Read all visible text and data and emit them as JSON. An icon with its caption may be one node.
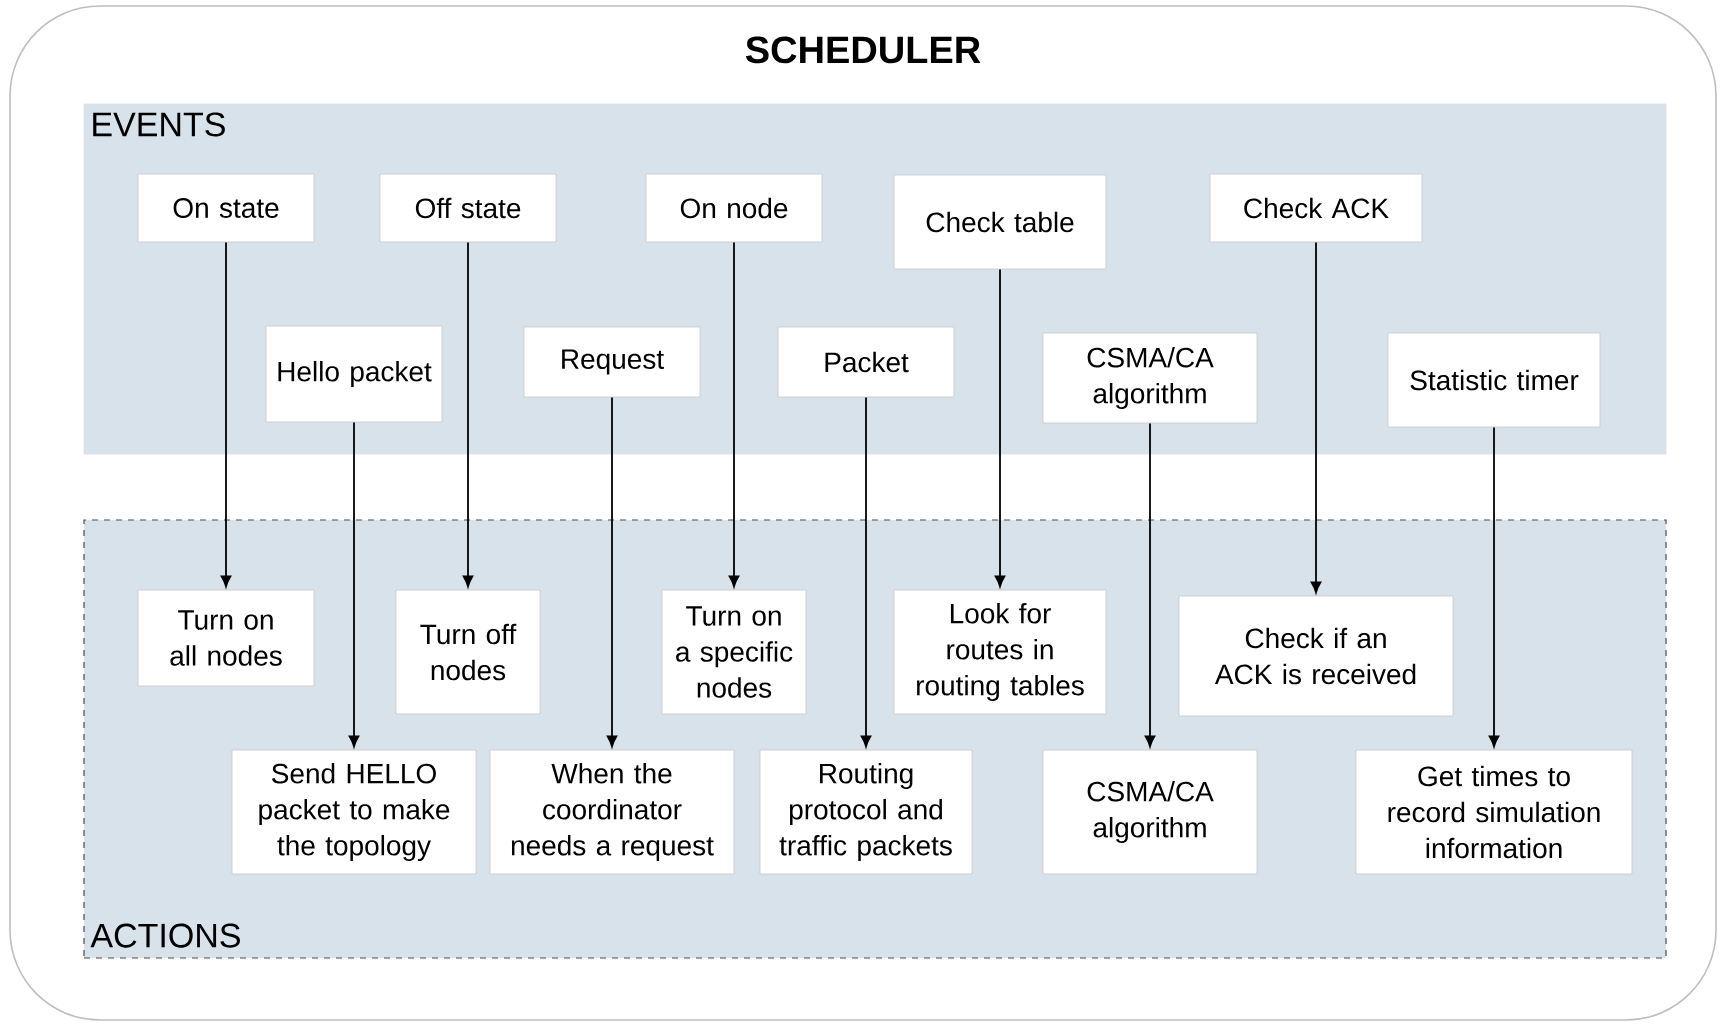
{
  "diagram": {
    "nodes": [
      {
        "text": [
          "SCHEDULER"
        ]
      },
      {
        "text": [
          "EVENTS"
        ],
        "in": 0
      },
      {
        "text": [
          "On state"
        ],
        "in": 1
      },
      {
        "text": [
          "Off state"
        ],
        "in": 1
      },
      {
        "text": [
          "On node"
        ],
        "in": 1
      },
      {
        "text": [
          "Check table"
        ],
        "in": 1
      },
      {
        "text": [
          "Check ACK"
        ],
        "in": 1
      },
      {
        "text": [
          "Hello packet"
        ],
        "in": 1
      },
      {
        "text": [
          "Request"
        ],
        "in": 1
      },
      {
        "text": [
          "Packet"
        ],
        "in": 1
      },
      {
        "text": [
          "CSMA/CA algorithm"
        ],
        "in": 1
      },
      {
        "text": [
          "Statistic timer"
        ],
        "in": 1
      },
      {
        "text": [
          "ACTIONS"
        ],
        "in": 0
      },
      {
        "text": [
          "Turn on all nodes"
        ],
        "in": 12
      },
      {
        "text": [
          "Turn off nodes"
        ],
        "in": 12
      },
      {
        "text": [
          "Turn on a specific nodes"
        ],
        "in": 12
      },
      {
        "text": [
          "Look for routes in routing tables"
        ],
        "in": 12
      },
      {
        "text": [
          "Check if an ACK is received"
        ],
        "in": 12
      },
      {
        "text": [
          "Send HELLO packet to make the topology"
        ],
        "in": 12
      },
      {
        "text": [
          "When the coordinator needs a request"
        ],
        "in": 12
      },
      {
        "text": [
          "Routing protocol and traffic packets"
        ],
        "in": 12
      },
      {
        "text": [
          "CSMA/CA algorithm"
        ],
        "in": 12
      },
      {
        "text": [
          "Get times to record simulation information"
        ],
        "in": 12
      }
    ],
    "edges": [
      {
        "from": 2,
        "to": 13,
        "arrow": "to"
      },
      {
        "from": 3,
        "to": 14,
        "arrow": "to"
      },
      {
        "from": 4,
        "to": 15,
        "arrow": "to"
      },
      {
        "from": 5,
        "to": 16,
        "arrow": "to"
      },
      {
        "from": 6,
        "to": 17,
        "arrow": "to"
      },
      {
        "from": 7,
        "to": 18,
        "arrow": "to"
      },
      {
        "from": 8,
        "to": 19,
        "arrow": "to"
      },
      {
        "from": 9,
        "to": 20,
        "arrow": "to"
      },
      {
        "from": 10,
        "to": 21,
        "arrow": "to"
      },
      {
        "from": 11,
        "to": 22,
        "arrow": "to"
      }
    ]
  }
}
